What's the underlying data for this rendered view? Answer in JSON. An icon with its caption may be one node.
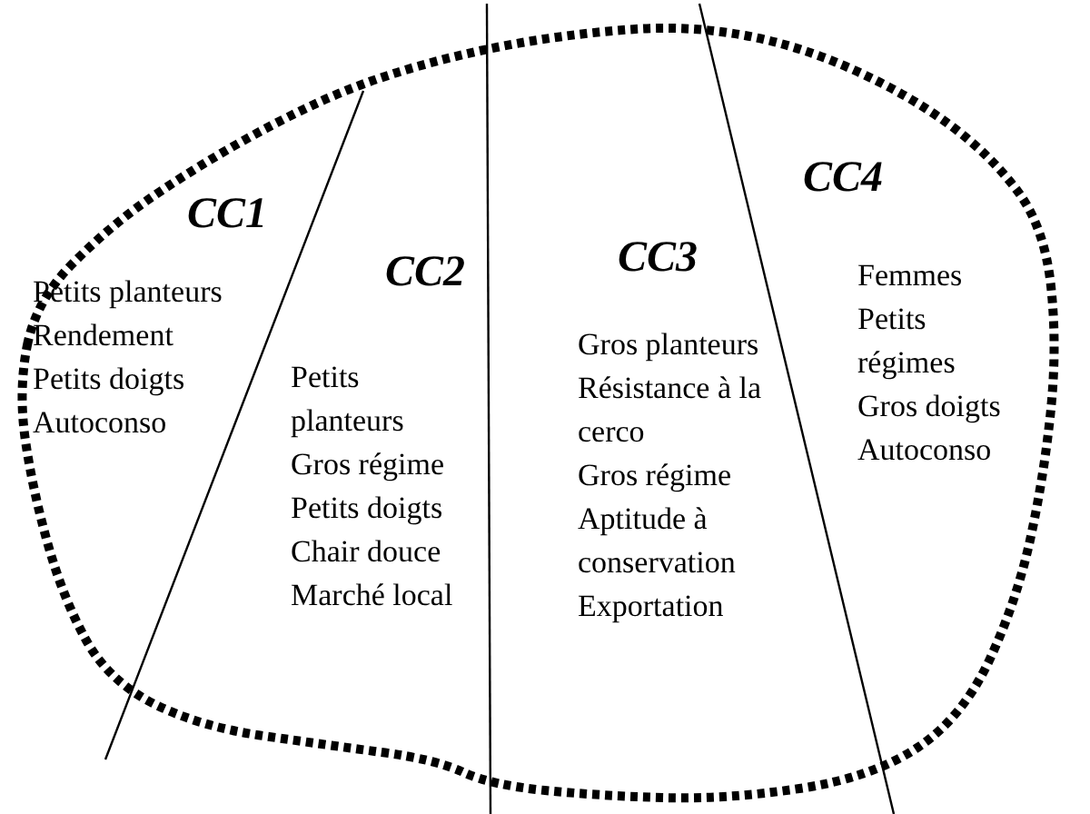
{
  "diagram": {
    "labels": [
      "CC1",
      "Petits planteurs",
      "Rendement",
      "Petits doigts",
      "Autoconso",
      "CC2",
      "Petits planteurs",
      "Gros régime",
      "Petits doigts",
      "Chair douce",
      "Marché local",
      "CC3",
      "Gros planteurs",
      "Résistance à la cerco",
      "Gros régime",
      "Aptitude à conservation",
      "Exportation",
      "CC4",
      "Femmes",
      "Petits régimes",
      "Gros doigts",
      "Autoconso"
    ]
  }
}
